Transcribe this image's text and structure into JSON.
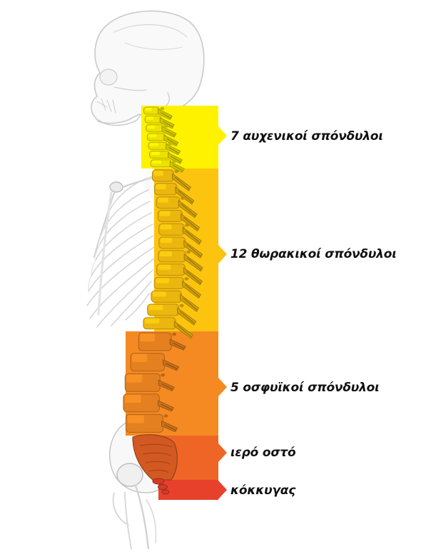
{
  "regions": [
    {
      "key": "cervical",
      "label": "7 αυχενικοί σπόνδυλοι",
      "color": "#FFF200"
    },
    {
      "key": "thoracic",
      "label": "12 θωρακικοί σπόνδυλοι",
      "color": "#FDC40F"
    },
    {
      "key": "lumbar",
      "label": "5 οσφυϊκοί σπόνδυλοι",
      "color": "#F58A22"
    },
    {
      "key": "sacrum",
      "label": "ιερό οστό",
      "color": "#EF6526"
    },
    {
      "key": "coccyx",
      "label": "κόκκυγας",
      "color": "#E8412B"
    }
  ],
  "skeleton": {
    "bone_stroke": "#C9C9C9",
    "bone_fill": "#F2F2F2"
  }
}
